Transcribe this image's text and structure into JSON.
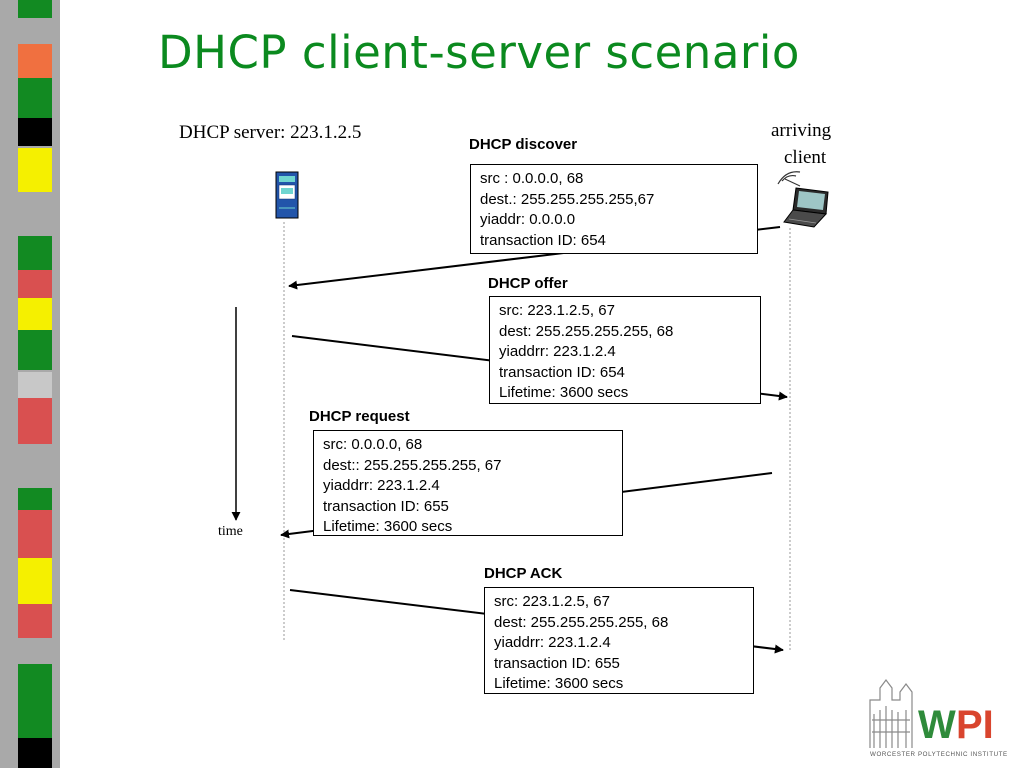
{
  "title": "DHCP client-server scenario",
  "server_label": "DHCP server: 223.1.2.5",
  "client_label": [
    "arriving",
    "client"
  ],
  "time_label": "time",
  "messages": {
    "discover": {
      "title": "DHCP discover",
      "lines": [
        "src : 0.0.0.0, 68",
        "dest.: 255.255.255.255,67",
        "yiaddr:    0.0.0.0",
        "transaction ID: 654"
      ]
    },
    "offer": {
      "title": "DHCP offer",
      "lines": [
        "src: 223.1.2.5, 67",
        "dest:  255.255.255.255, 68",
        "yiaddrr: 223.1.2.4",
        "transaction ID: 654",
        "Lifetime: 3600 secs"
      ]
    },
    "request": {
      "title": "DHCP request",
      "lines": [
        "src:  0.0.0.0, 68",
        "dest::  255.255.255.255, 67",
        "yiaddrr: 223.1.2.4",
        "transaction ID: 655",
        "Lifetime: 3600 secs"
      ]
    },
    "ack": {
      "title": "DHCP ACK",
      "lines": [
        "src: 223.1.2.5, 67",
        "dest:  255.255.255.255, 68",
        "yiaddrr: 223.1.2.4",
        "transaction ID: 655",
        "Lifetime: 3600 secs"
      ]
    }
  },
  "logo": {
    "text": "WPI",
    "subtext": "WORCESTER POLYTECHNIC INSTITUTE"
  },
  "colors": {
    "title": "#0b8a1f",
    "logo_green": "#2e8b3a",
    "logo_red": "#d9452e"
  }
}
